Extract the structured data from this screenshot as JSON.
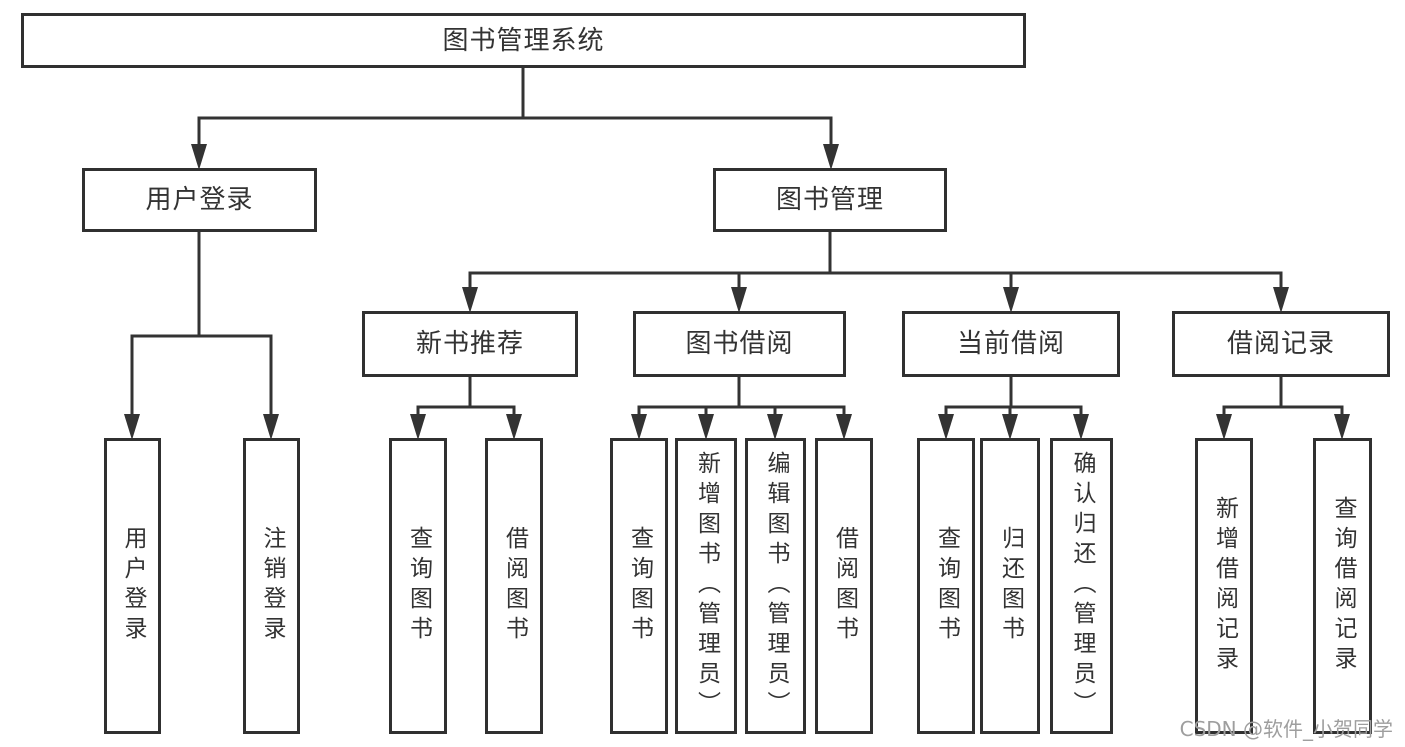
{
  "diagram": {
    "title": "图书管理系统",
    "level2": [
      {
        "label": "用户登录"
      },
      {
        "label": "图书管理"
      }
    ],
    "level3": [
      {
        "label": "新书推荐",
        "parent": "图书管理"
      },
      {
        "label": "图书借阅",
        "parent": "图书管理"
      },
      {
        "label": "当前借阅",
        "parent": "图书管理"
      },
      {
        "label": "借阅记录",
        "parent": "图书管理"
      }
    ],
    "leaves": [
      {
        "label": "用户登录",
        "parent": "用户登录"
      },
      {
        "label": "注销登录",
        "parent": "用户登录"
      },
      {
        "label": "查询图书",
        "parent": "新书推荐"
      },
      {
        "label": "借阅图书",
        "parent": "新书推荐"
      },
      {
        "label": "查询图书",
        "parent": "图书借阅"
      },
      {
        "label": "新增图书（管理员）",
        "parent": "图书借阅"
      },
      {
        "label": "编辑图书（管理员）",
        "parent": "图书借阅"
      },
      {
        "label": "借阅图书",
        "parent": "图书借阅"
      },
      {
        "label": "查询图书",
        "parent": "当前借阅"
      },
      {
        "label": "归还图书",
        "parent": "当前借阅"
      },
      {
        "label": "确认归还（管理员）",
        "parent": "当前借阅"
      },
      {
        "label": "新增借阅记录",
        "parent": "借阅记录"
      },
      {
        "label": "查询借阅记录",
        "parent": "借阅记录"
      }
    ],
    "watermark": "CSDN @软件_小贺同学",
    "colors": {
      "line": "#333333",
      "box_border": "#303030",
      "text": "#333333",
      "watermark": "#9e9e9e",
      "background": "#ffffff"
    }
  }
}
